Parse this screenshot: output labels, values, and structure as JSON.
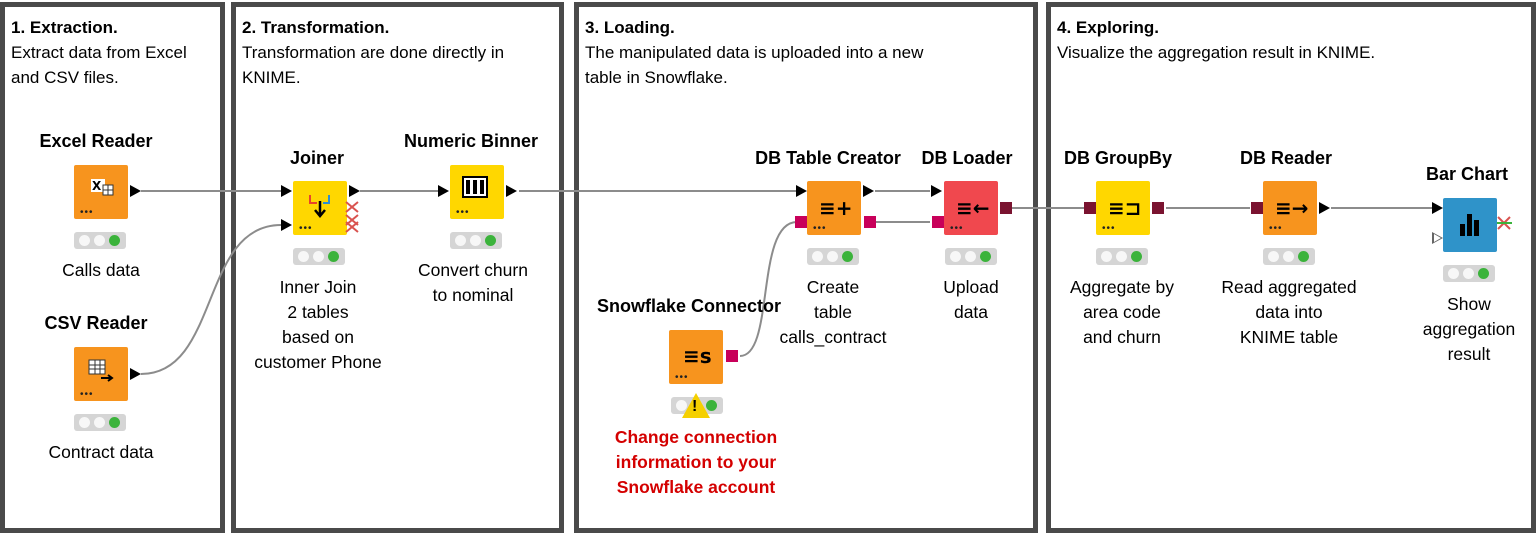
{
  "sections": [
    {
      "title": "1. Extraction.",
      "desc": "Extract data from Excel\nand CSV files."
    },
    {
      "title": "2. Transformation.",
      "desc": "Transformation are done directly in\nKNIME."
    },
    {
      "title": "3. Loading.",
      "desc": "The manipulated data is uploaded into a new\ntable in Snowflake."
    },
    {
      "title": "4. Exploring.",
      "desc": "Visualize the aggregation result in KNIME."
    }
  ],
  "nodes": {
    "excel_reader": {
      "title": "Excel Reader",
      "desc": "Calls data",
      "color": "#f7941e",
      "icon": "excel-reader-icon"
    },
    "csv_reader": {
      "title": "CSV Reader",
      "desc": "Contract data",
      "color": "#f7941e",
      "icon": "csv-reader-icon"
    },
    "joiner": {
      "title": "Joiner",
      "desc": "Inner Join\n2 tables\nbased on\ncustomer Phone",
      "color": "#ffd700",
      "icon": "joiner-icon"
    },
    "numeric_binner": {
      "title": "Numeric Binner",
      "desc": "Convert churn\nto nominal",
      "color": "#ffd700",
      "icon": "binner-icon"
    },
    "snowflake_connector": {
      "title": "Snowflake Connector",
      "desc": "Change connection\ninformation to your\nSnowflake account",
      "color": "#f7941e",
      "icon": "snowflake-connector-icon"
    },
    "db_table_creator": {
      "title": "DB Table Creator",
      "desc": "Create\ntable\ncalls_contract",
      "color": "#f7941e",
      "icon": "db-table-creator-icon"
    },
    "db_loader": {
      "title": "DB Loader",
      "desc": "Upload\ndata",
      "color": "#f0484e",
      "icon": "db-loader-icon"
    },
    "db_groupby": {
      "title": "DB GroupBy",
      "desc": "Aggregate by\narea code\nand churn",
      "color": "#ffd700",
      "icon": "db-groupby-icon"
    },
    "db_reader": {
      "title": "DB Reader",
      "desc": "Read aggregated\ndata into\nKNIME table",
      "color": "#f7941e",
      "icon": "db-reader-icon"
    },
    "bar_chart": {
      "title": "Bar Chart",
      "desc": "Show\naggregation\nresult",
      "color": "#2f93c9",
      "icon": "bar-chart-icon"
    }
  },
  "colors": {
    "section_border": "#4a4a4a",
    "connection": "#8c8c8c",
    "db_port": "#c8005a",
    "warning_text": "#d40000"
  }
}
